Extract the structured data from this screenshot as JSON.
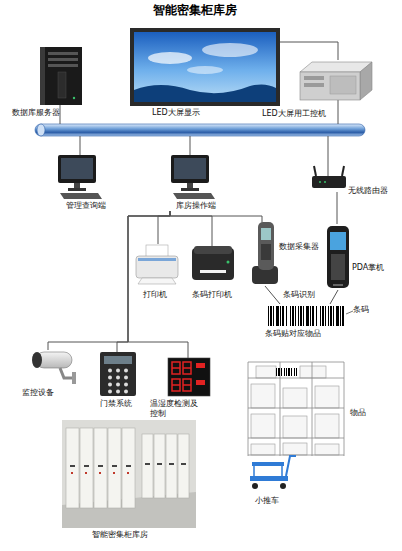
{
  "diagram": {
    "title": "智能密集柜库房",
    "nodes": [
      {
        "text": [
          "数据库服务器"
        ]
      },
      {
        "text": [
          "LED大屏显示"
        ]
      },
      {
        "text": [
          "LED大屏用工控机"
        ]
      },
      {
        "text": [
          "管理查询端"
        ]
      },
      {
        "text": [
          "库房操作端"
        ]
      },
      {
        "text": [
          "无线路由器"
        ]
      },
      {
        "text": [
          "打印机"
        ]
      },
      {
        "text": [
          "条码打印机"
        ]
      },
      {
        "text": [
          "数据采集器"
        ]
      },
      {
        "text": [
          "PDA掌机"
        ]
      },
      {
        "text": [
          "条码贴对应物品"
        ]
      },
      {
        "text": [
          "监控设备"
        ]
      },
      {
        "text": [
          "门禁系统"
        ]
      },
      {
        "text": [
          "温湿度检测及控制"
        ]
      },
      {
        "text": [
          "物品"
        ]
      },
      {
        "text": [
          "智能密集柜库房"
        ]
      },
      {
        "text": [
          "小推车"
        ]
      }
    ],
    "edges": [
      {
        "from": 1,
        "to": 2,
        "arrow": "none"
      },
      {
        "from": 4,
        "to": 6,
        "arrow": "none"
      },
      {
        "from": 4,
        "to": 7,
        "arrow": "none"
      },
      {
        "from": 4,
        "to": 8,
        "arrow": "none"
      },
      {
        "from": 4,
        "to": 11,
        "arrow": "none"
      },
      {
        "from": 4,
        "to": 12,
        "arrow": "none"
      },
      {
        "from": 4,
        "to": 13,
        "arrow": "none"
      },
      {
        "from": 5,
        "to": 9,
        "arrow": "none"
      },
      {
        "from": 8,
        "to": 10,
        "arrow": "none"
      },
      {
        "from": 9,
        "to": 10,
        "arrow": "none"
      }
    ],
    "labels": [
      "条码识别",
      "条码"
    ]
  }
}
